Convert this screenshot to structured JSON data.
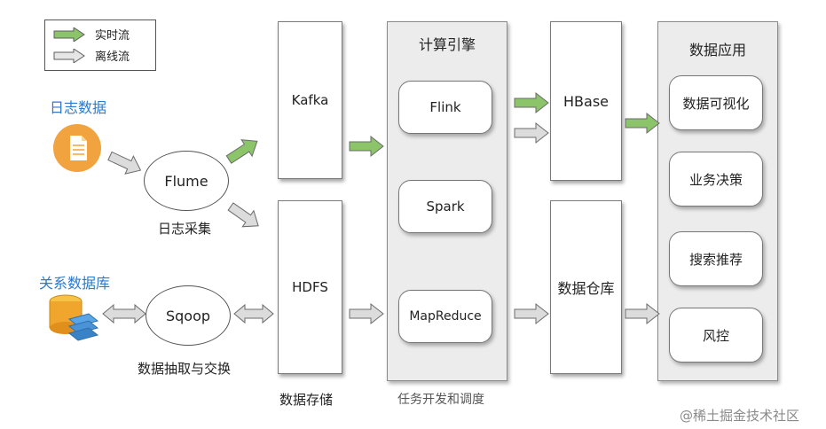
{
  "legend": {
    "realtime_label": "实时流",
    "offline_label": "离线流"
  },
  "sources": {
    "log_data_title": "日志数据",
    "relational_db_title": "关系数据库"
  },
  "collection": {
    "flume": "Flume",
    "flume_caption": "日志采集",
    "sqoop": "Sqoop",
    "sqoop_caption": "数据抽取与交换"
  },
  "storage": {
    "kafka": "Kafka",
    "hdfs": "HDFS",
    "caption": "数据存储"
  },
  "compute": {
    "title": "计算引擎",
    "engines": [
      "Flink",
      "Spark",
      "MapReduce"
    ],
    "caption": "任务开发和调度"
  },
  "serving": {
    "hbase": "HBase",
    "warehouse": "数据仓库"
  },
  "applications": {
    "title": "数据应用",
    "items": [
      "数据可视化",
      "业务决策",
      "搜索推荐",
      "风控"
    ]
  },
  "watermark": "@稀土掘金技术社区",
  "colors": {
    "realtime_arrow": "#8cc46a",
    "offline_arrow": "#dcdcdc",
    "arrow_stroke": "#6b6b6b",
    "source_title": "#2e79c8"
  }
}
